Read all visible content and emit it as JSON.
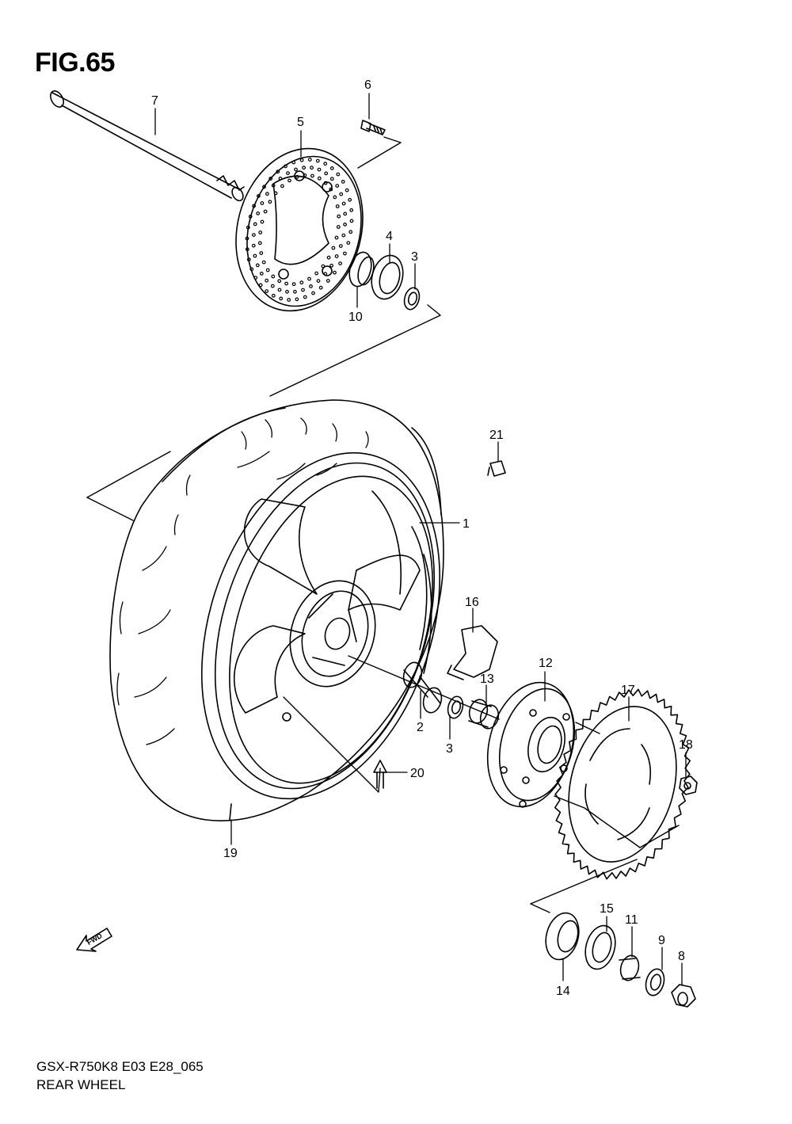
{
  "figure": {
    "title": "FIG.65"
  },
  "footer": {
    "model_code": "GSX-R750K8 E03 E28_065",
    "section_name": "REAR WHEEL"
  },
  "fwd_label": "FWD",
  "parts": [
    {
      "id": "1",
      "label": "1"
    },
    {
      "id": "2",
      "label": "2"
    },
    {
      "id": "3a",
      "label": "3"
    },
    {
      "id": "3b",
      "label": "3"
    },
    {
      "id": "4",
      "label": "4"
    },
    {
      "id": "5",
      "label": "5"
    },
    {
      "id": "6",
      "label": "6"
    },
    {
      "id": "7",
      "label": "7"
    },
    {
      "id": "8",
      "label": "8"
    },
    {
      "id": "9",
      "label": "9"
    },
    {
      "id": "10",
      "label": "10"
    },
    {
      "id": "11",
      "label": "11"
    },
    {
      "id": "12",
      "label": "12"
    },
    {
      "id": "13",
      "label": "13"
    },
    {
      "id": "14",
      "label": "14"
    },
    {
      "id": "15",
      "label": "15"
    },
    {
      "id": "16",
      "label": "16"
    },
    {
      "id": "17",
      "label": "17"
    },
    {
      "id": "18",
      "label": "18"
    },
    {
      "id": "19",
      "label": "19"
    },
    {
      "id": "20",
      "label": "20"
    },
    {
      "id": "21",
      "label": "21"
    }
  ]
}
